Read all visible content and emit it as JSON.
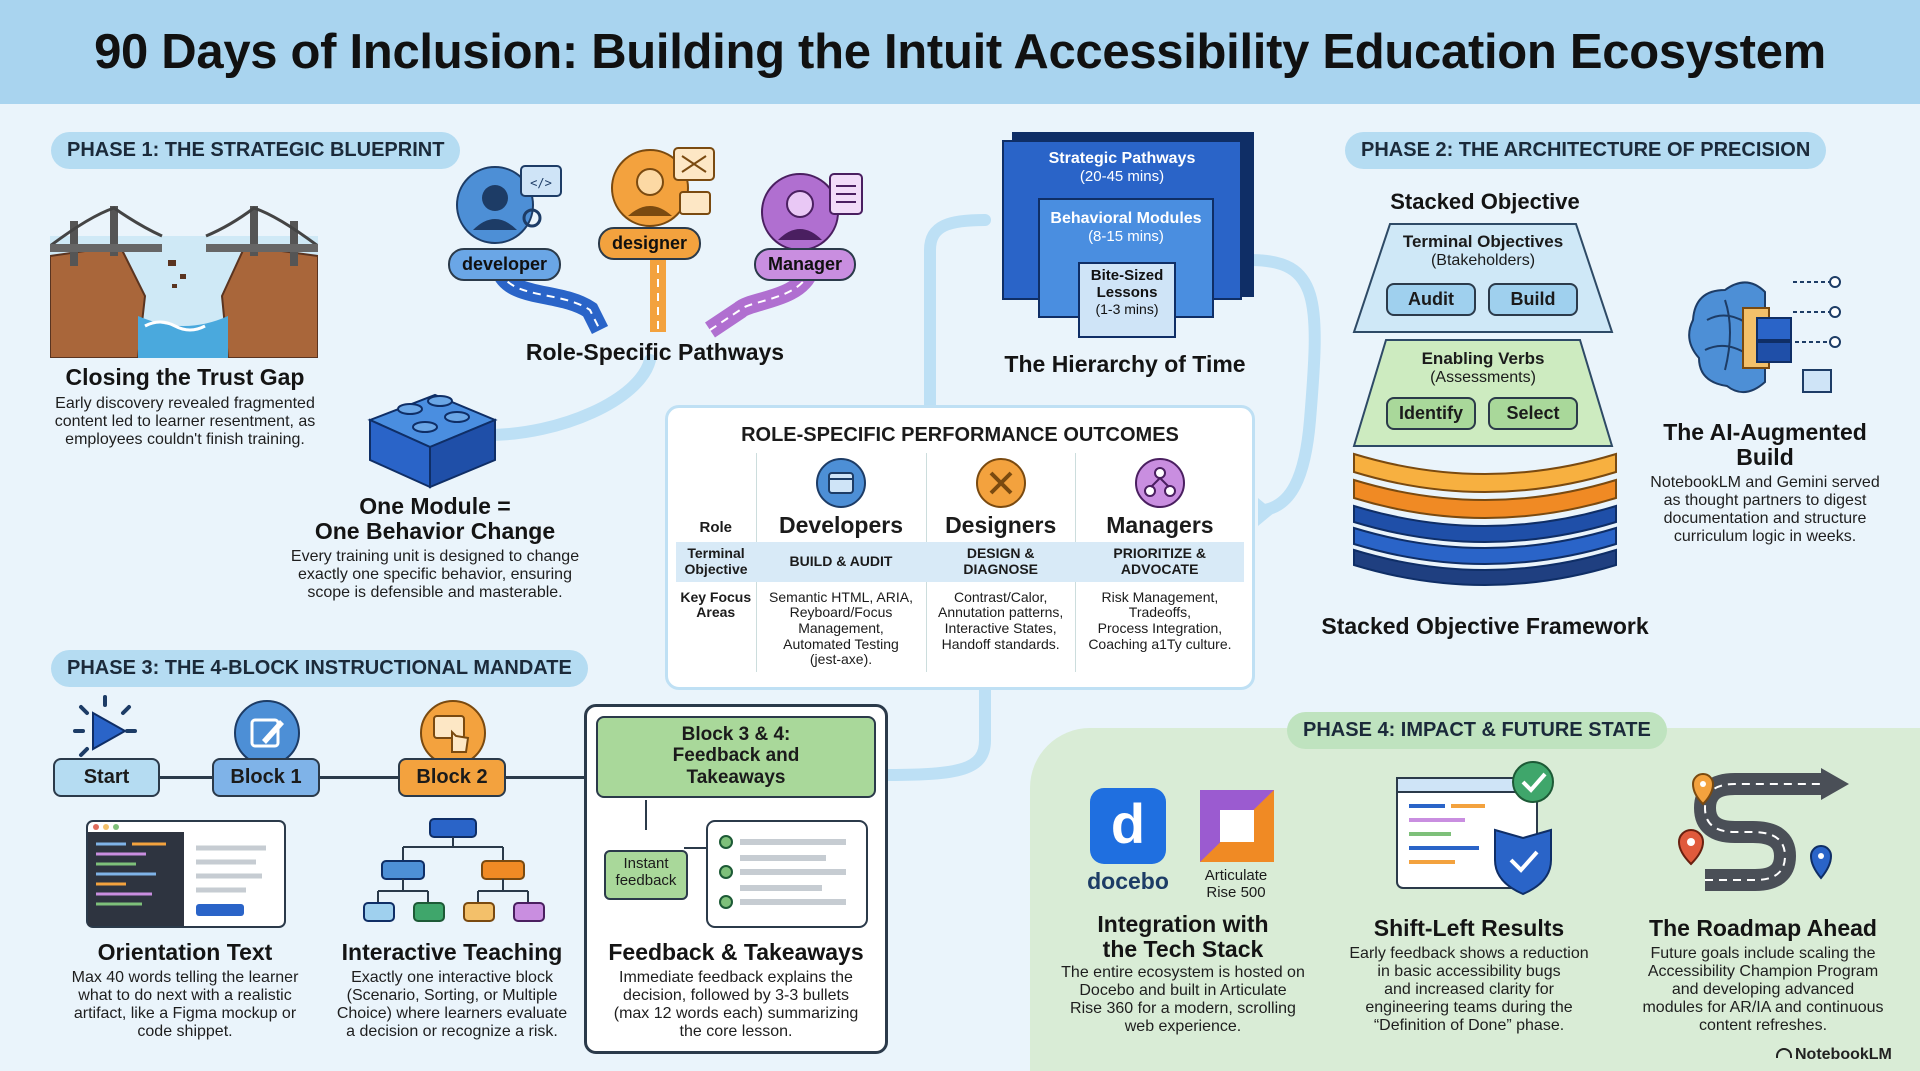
{
  "header": {
    "title": "90 Days of Inclusion: Building the Intuit Accessibility Education Ecosystem"
  },
  "phase1": {
    "label": "PHASE 1: THE STRATEGIC BLUEPRINT",
    "trust": {
      "title": "Closing the Trust Gap",
      "desc": [
        "Early discovery revealed fragmented",
        "content led to learner resentment, as",
        "employees couldn't finish training."
      ]
    },
    "roles": {
      "developer": "developer",
      "designer": "designer",
      "manager": "Manager",
      "title": "Role-Specific Pathways"
    },
    "module": {
      "title": [
        "One Module =",
        "One Behavior Change"
      ],
      "desc": [
        "Every training unit is designed to change",
        "exactly one specific behavior, ensuring",
        "scope is defensible and masterable."
      ]
    }
  },
  "hierarchy": {
    "strategic": {
      "label": "Strategic Pathways",
      "sub": "(20-45 mins)"
    },
    "behavioral": {
      "label": "Behavioral Modules",
      "sub": "(8-15 mins)"
    },
    "bite": {
      "label": [
        "Bite-Sized",
        "Lessons"
      ],
      "sub": "(1-3 mins)"
    },
    "title": "The Hierarchy of Time"
  },
  "outcomes": {
    "title": "ROLE-SPECIFIC PERFORMANCE OUTCOMES",
    "role_label": "Role",
    "columns": [
      "Developers",
      "Designers",
      "Managers"
    ],
    "terminal_label": [
      "Terminal",
      "Objective"
    ],
    "terminal": [
      [
        "BUILD & AUDIT"
      ],
      [
        "DESIGN &",
        "DIAGNOSE"
      ],
      [
        "PRIORITIZE &",
        "ADVOCATE"
      ]
    ],
    "focus_label": [
      "Key Focus",
      "Areas"
    ],
    "focus": [
      [
        "Semantic HTML, ARIA,",
        "Reyboard/Focus",
        "Management,",
        "Automated Testing",
        "(jest-axe)."
      ],
      [
        "Contrast/Calor,",
        "Annutation patterns,",
        "Interactive States,",
        "Handoff standards."
      ],
      [
        "Risk Management,",
        "Tradeoffs,",
        "Process Integration,",
        "Coaching a1Ty culture."
      ]
    ]
  },
  "phase2": {
    "label": "PHASE 2: THE ARCHITECTURE OF PRECISION",
    "stacked_title": "Stacked Objective",
    "terminal": {
      "label": "Terminal Objectives",
      "sub": "(Btakeholders)",
      "chips": [
        "Audit",
        "Build"
      ]
    },
    "enabling": {
      "label": "Enabling Verbs",
      "sub": "(Assessments)",
      "chips": [
        "Identify",
        "Select"
      ]
    },
    "framework_title": "Stacked Objective Framework",
    "ai": {
      "title": [
        "The AI-Augmented",
        "Build"
      ],
      "desc": [
        "NotebookLM and Gemini served",
        "as thought partners to digest",
        "documentation and structure",
        "curriculum logic in weeks."
      ]
    }
  },
  "phase3": {
    "label": "PHASE 3: THE 4-BLOCK INSTRUCTIONAL MANDATE",
    "start": "Start",
    "block1": "Block 1",
    "block2": "Block 2",
    "block34": [
      "Block 3 & 4:",
      "Feedback and",
      "Takeaways"
    ],
    "instant": [
      "Instant",
      "feedback"
    ],
    "orientation": {
      "title": "Orientation Text",
      "desc": [
        "Max 40 words telling the learner",
        "what to do next with a realistic",
        "artifact, like a Figma mockup or",
        "code shippet."
      ]
    },
    "interactive": {
      "title": "Interactive Teaching",
      "desc": [
        "Exactly one interactive block",
        "(Scenario, Sorting, or Multiple",
        "Choice) where learners evaluate",
        "a decision or recognize a risk."
      ]
    },
    "feedback": {
      "title": "Feedback & Takeaways",
      "desc": [
        "Immediate feedback explains the",
        "decision, followed by 3-3 bullets",
        "(max 12 words each) summarizing",
        "the core lesson."
      ]
    }
  },
  "phase4": {
    "label": "PHASE 4: IMPACT & FUTURE STATE",
    "docebo": "docebo",
    "articulate": [
      "Articulate",
      "Rise 500"
    ],
    "integration": {
      "title": [
        "Integration with",
        "the Tech Stack"
      ],
      "desc": [
        "The entire ecosystem is hosted on",
        "Docebo and built in Articulate",
        "Rise 360 for a modern, scrolling",
        "web experience."
      ]
    },
    "shift": {
      "title": "Shift-Left Results",
      "desc": [
        "Early feedback shows a reduction",
        "in basic accessibility bugs",
        "and increased clarity for",
        "engineering teams during the",
        "“Definition of Done” phase."
      ]
    },
    "roadmap": {
      "title": "The Roadmap Ahead",
      "desc": [
        "Future goals include scaling the",
        "Accessibility Champion Program",
        "and developing advanced",
        "modules for AR/IA and continuous",
        "content refreshes."
      ]
    }
  },
  "footer": {
    "brand": "NotebookLM"
  },
  "colors": {
    "header": "#a9d4ef",
    "blue": "#2a64c8",
    "orange": "#f3a23e",
    "purple": "#b06fd0",
    "green": "#a9d89a",
    "phase4": "#d9ecd6"
  }
}
